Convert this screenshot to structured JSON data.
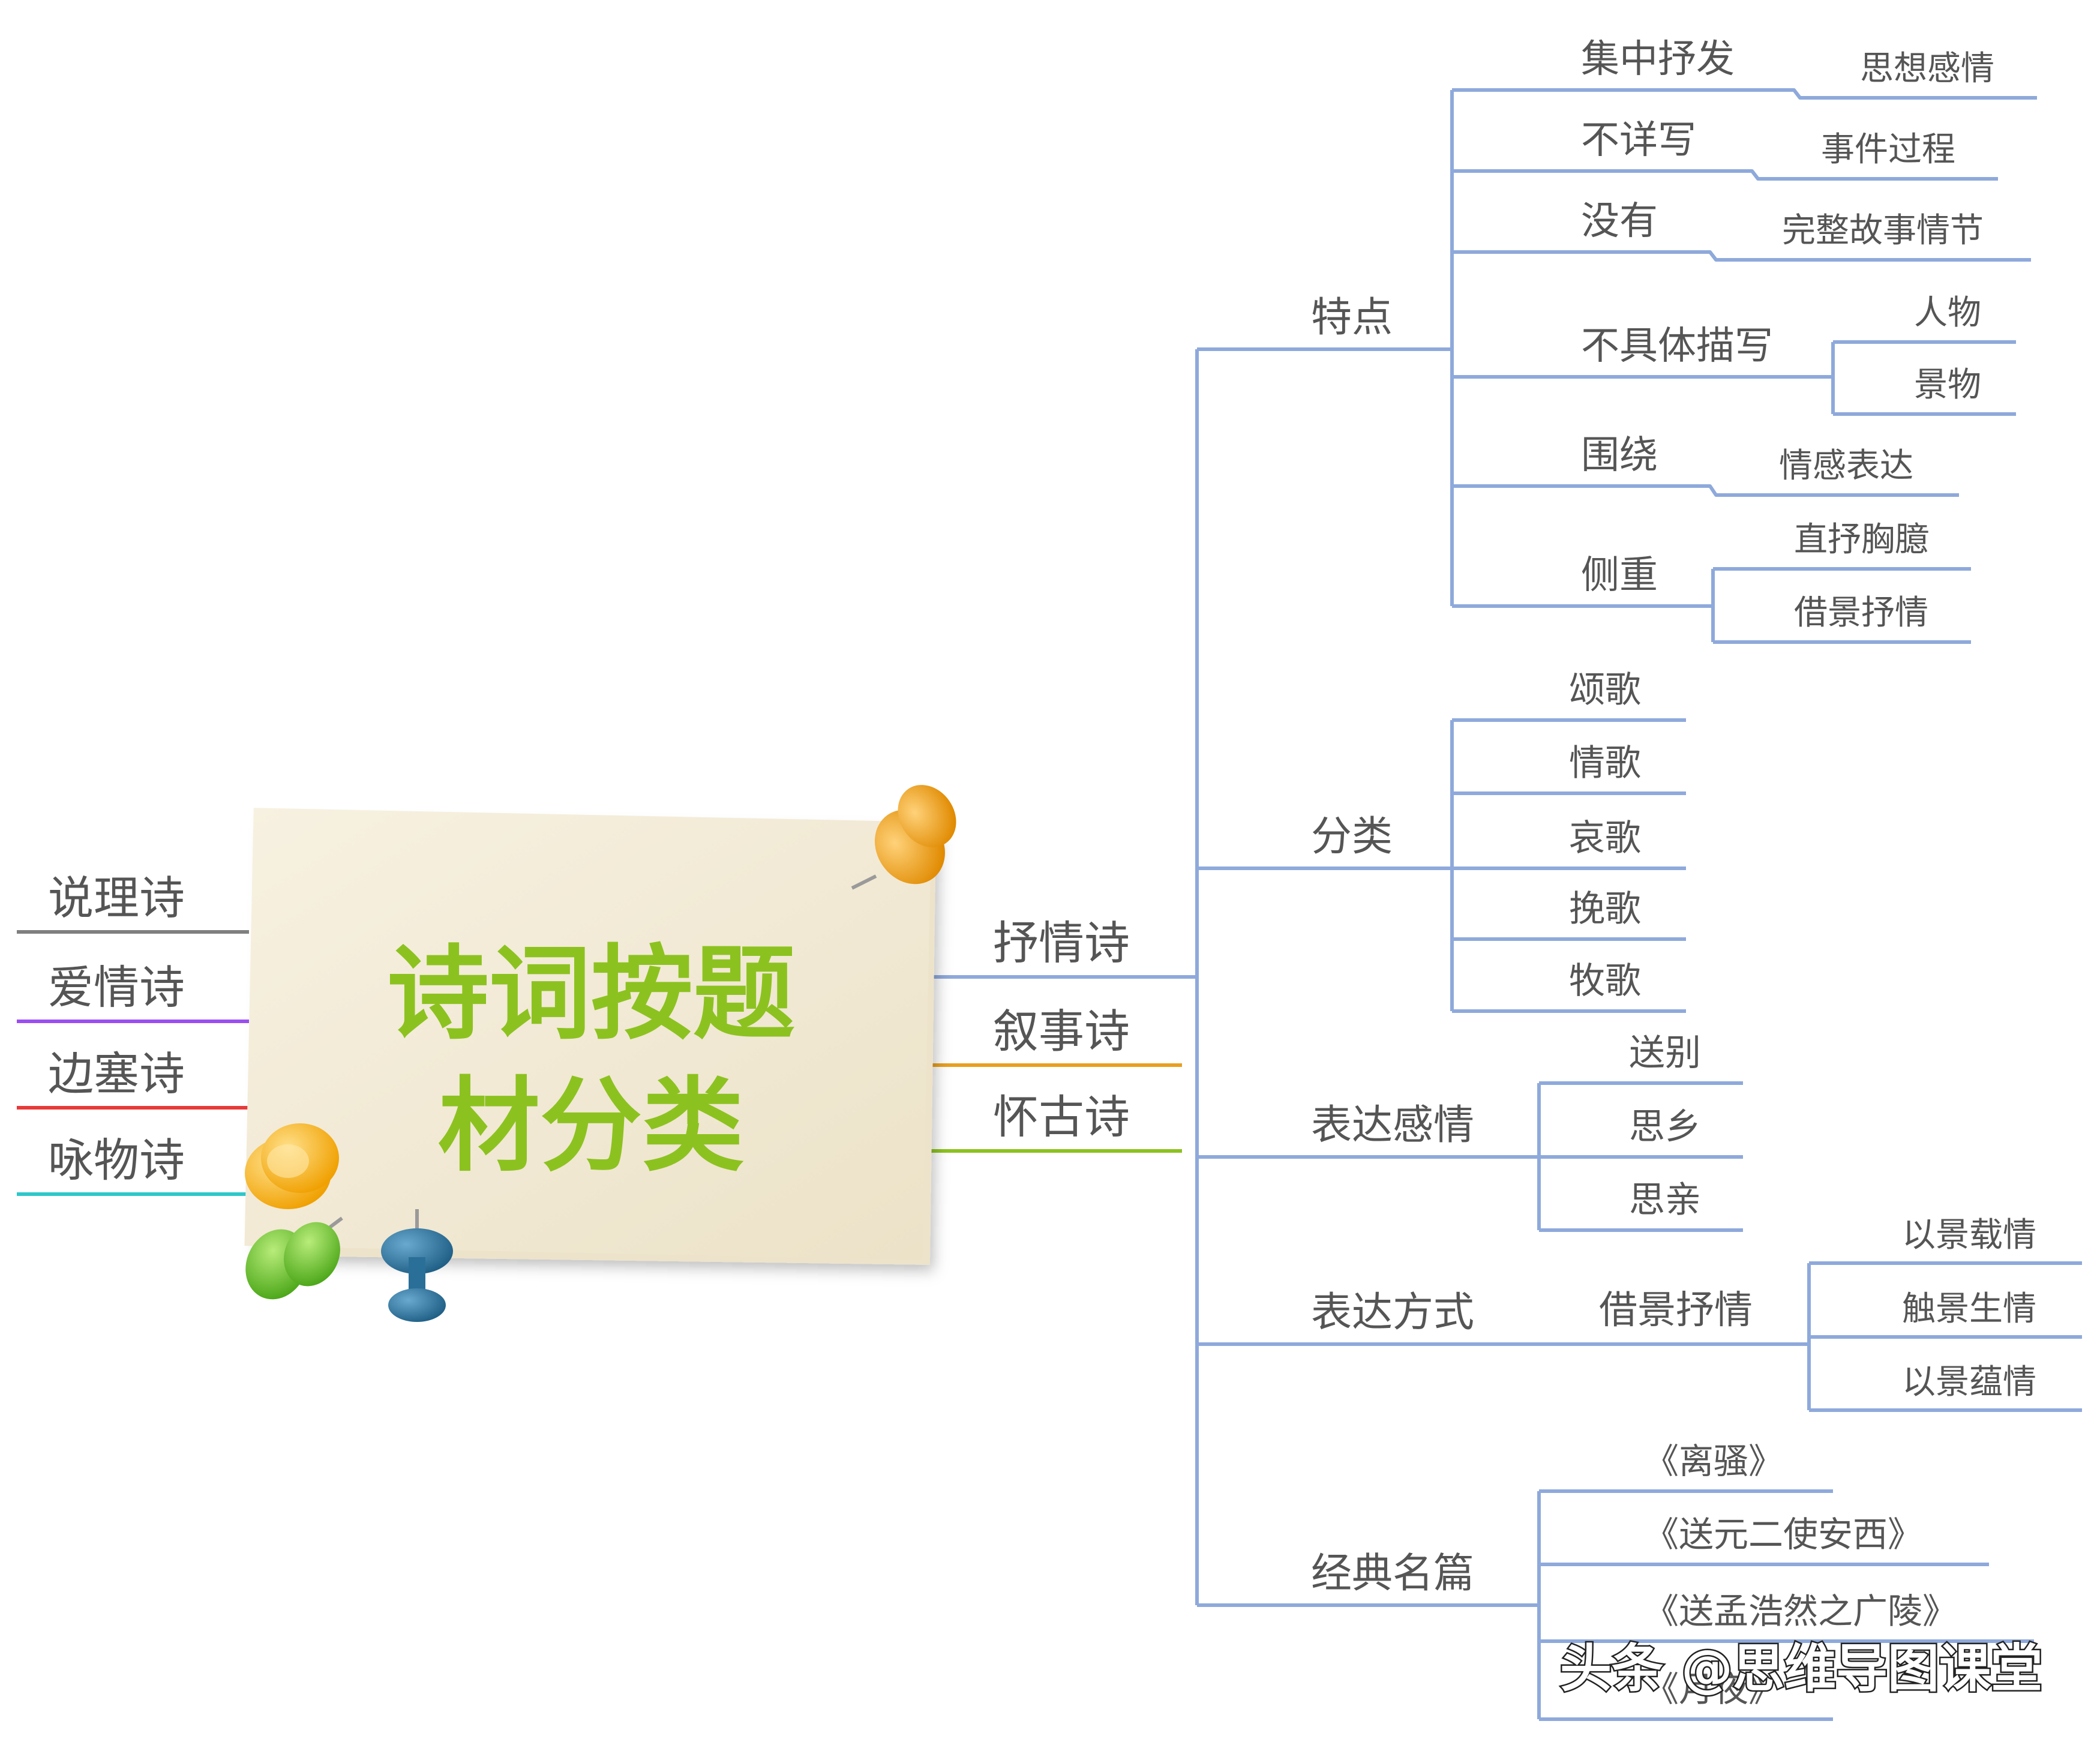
{
  "colors": {
    "branch": "#8ea9db",
    "title": "#8cc21f",
    "text": "#555555",
    "note": "#f3ecda",
    "left_lines": [
      "#7f7f7f",
      "#9a4ef0",
      "#e83a3a",
      "#2ec7c9"
    ],
    "mid_lines": [
      "#8ea9db",
      "#e8a020",
      "#8cc21f"
    ]
  },
  "central": {
    "line1": "诗词按题",
    "line2": "材分类"
  },
  "left_branches": [
    "说理诗",
    "爱情诗",
    "边塞诗",
    "咏物诗"
  ],
  "mid_branches": [
    "抒情诗",
    "叙事诗",
    "怀古诗"
  ],
  "lyric": {
    "features": {
      "label": "特点",
      "items": [
        {
          "label": "集中抒发",
          "child": "思想感情"
        },
        {
          "label": "不详写",
          "child": "事件过程"
        },
        {
          "label": "没有",
          "child": "完整故事情节"
        },
        {
          "label": "不具体描写",
          "children": [
            "人物",
            "景物"
          ]
        },
        {
          "label": "围绕",
          "child": "情感表达"
        },
        {
          "label": "侧重",
          "children": [
            "直抒胸臆",
            "借景抒情"
          ]
        }
      ]
    },
    "categories": {
      "label": "分类",
      "items": [
        "颂歌",
        "情歌",
        "哀歌",
        "挽歌",
        "牧歌"
      ]
    },
    "emotions": {
      "label": "表达感情",
      "items": [
        "送别",
        "思乡",
        "思亲"
      ]
    },
    "methods": {
      "label": "表达方式",
      "item": "借景抒情",
      "children": [
        "以景载情",
        "触景生情",
        "以景蕴情"
      ]
    },
    "classics": {
      "label": "经典名篇",
      "items": [
        "《离骚》",
        "《送元二使安西》",
        "《送孟浩然之广陵》",
        "《月夜》"
      ]
    }
  },
  "watermark": "头条 @思维导图课堂",
  "icons": [
    "pushpin-orange-icon",
    "pushpin-yellow-icon",
    "pushpin-green-icon",
    "pushpin-blue-icon"
  ]
}
